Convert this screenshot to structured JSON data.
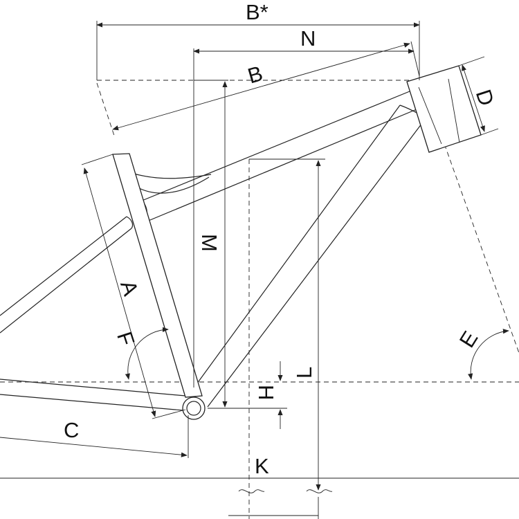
{
  "diagram": {
    "labels": {
      "b_star": "B*",
      "n": "N",
      "b": "B",
      "d": "D",
      "m": "M",
      "a": "A",
      "f": "F",
      "e": "E",
      "l": "L",
      "h": "H",
      "c": "C",
      "k": "K"
    },
    "colors": {
      "line": "#222222",
      "background": "#ffffff"
    }
  }
}
